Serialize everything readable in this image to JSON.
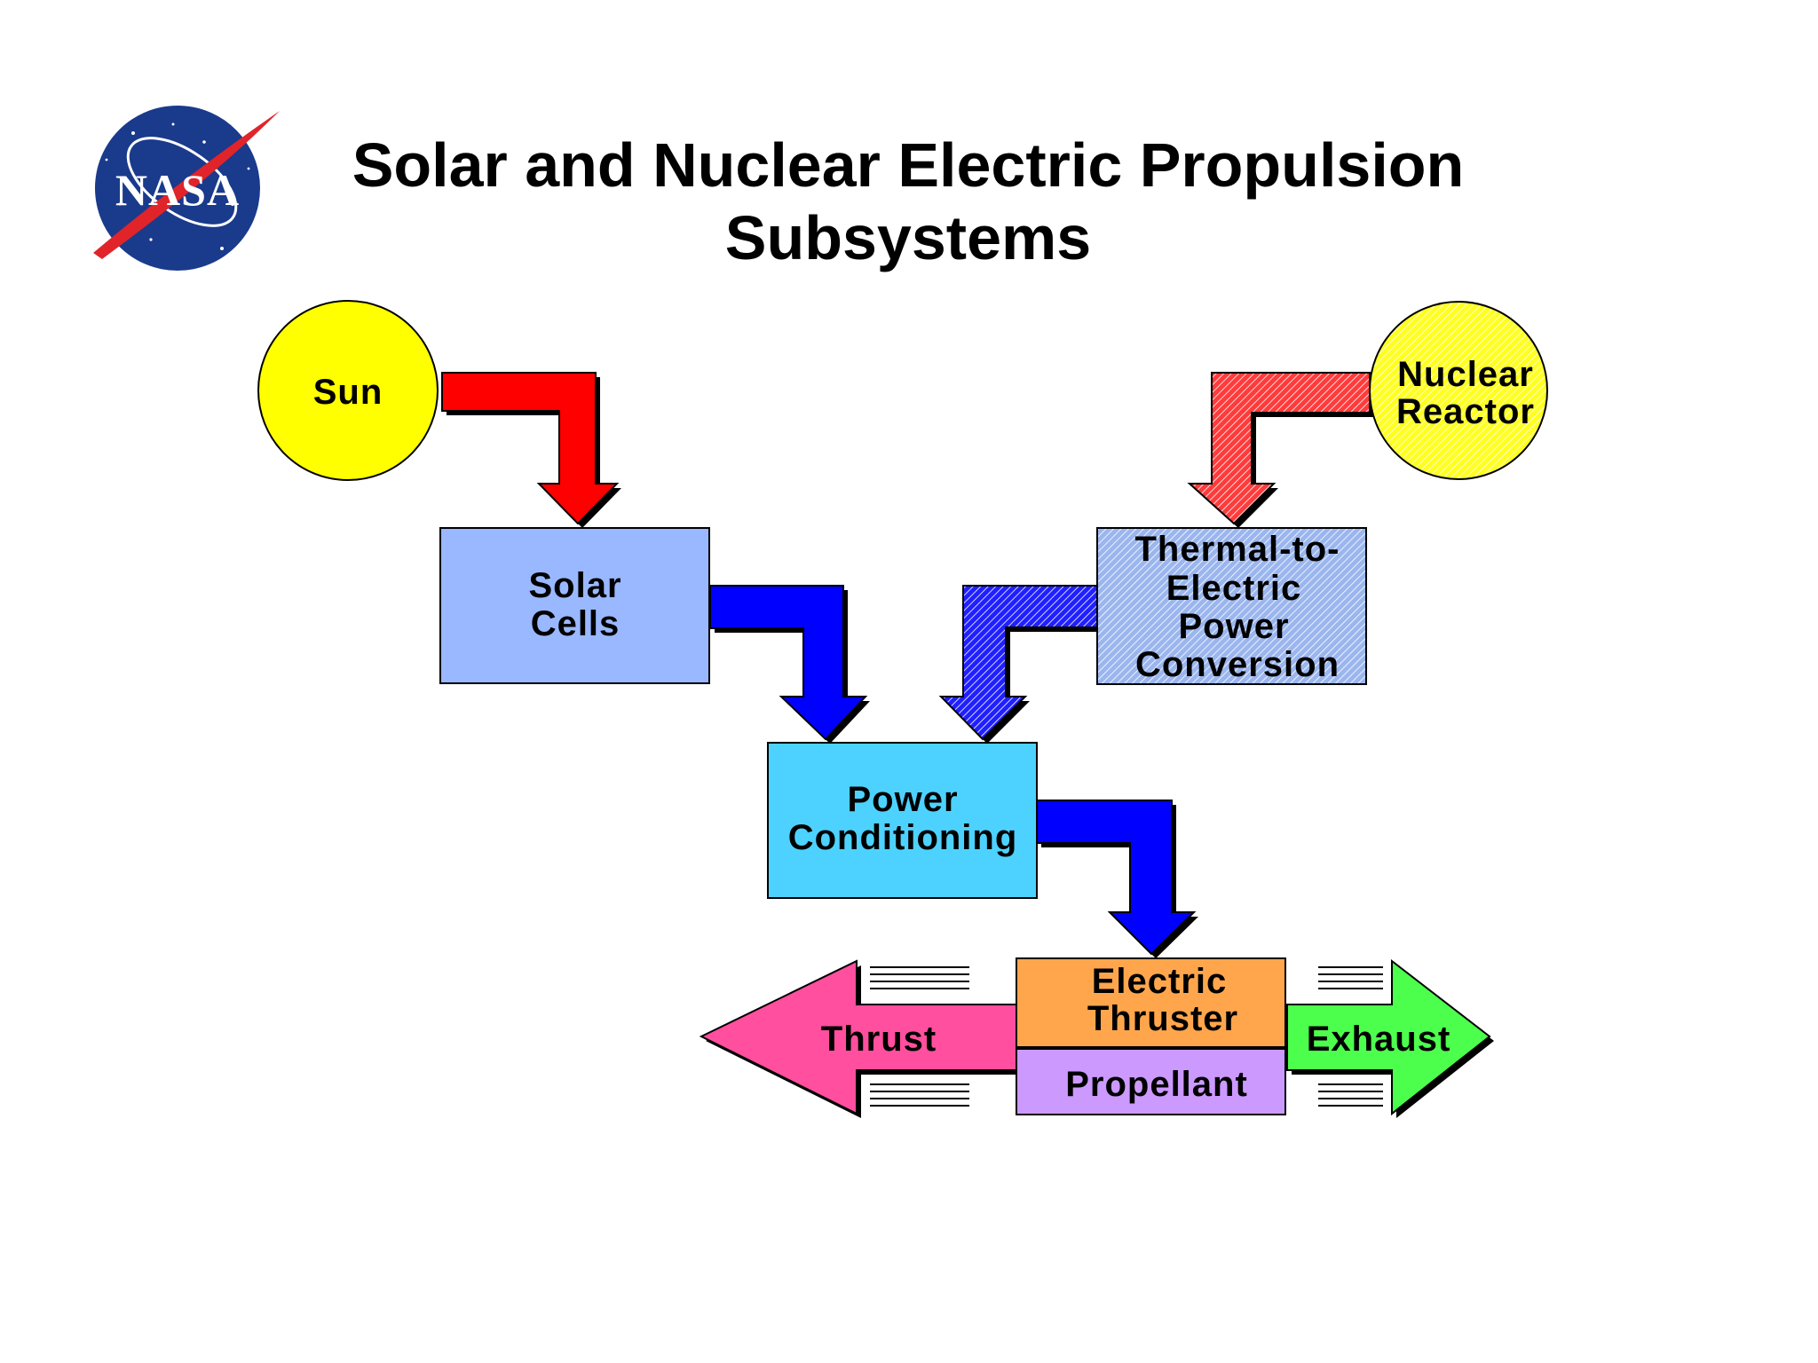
{
  "title": {
    "line1": "Solar and Nuclear Electric Propulsion",
    "line2": "Subsystems"
  },
  "logo": {
    "text": "NASA"
  },
  "nodes": {
    "sun": "Sun",
    "reactor": {
      "line1": "Nuclear",
      "line2": "Reactor"
    },
    "solar_cells": {
      "line1": "Solar",
      "line2": "Cells"
    },
    "conversion": {
      "line1": "Thermal-to-",
      "line2": "Electric",
      "line3": "Power",
      "line4": "Conversion"
    },
    "power_conditioning": {
      "line1": "Power",
      "line2": "Conditioning"
    },
    "thruster": {
      "line1": "Electric",
      "line2": "Thruster"
    },
    "propellant": "Propellant",
    "thrust": "Thrust",
    "exhaust": "Exhaust"
  },
  "colors": {
    "sun": "#ffff00",
    "reactor": "#ffff33",
    "solar_cells": "#99b8ff",
    "conversion": "#a8c0f0",
    "power_conditioning": "#4dd2ff",
    "thruster": "#ffa64d",
    "propellant": "#cc99ff",
    "thrust": "#ff4f9e",
    "exhaust": "#4dff4d",
    "red_arrow": "#ff0000",
    "blue_arrow": "#0000ff"
  }
}
